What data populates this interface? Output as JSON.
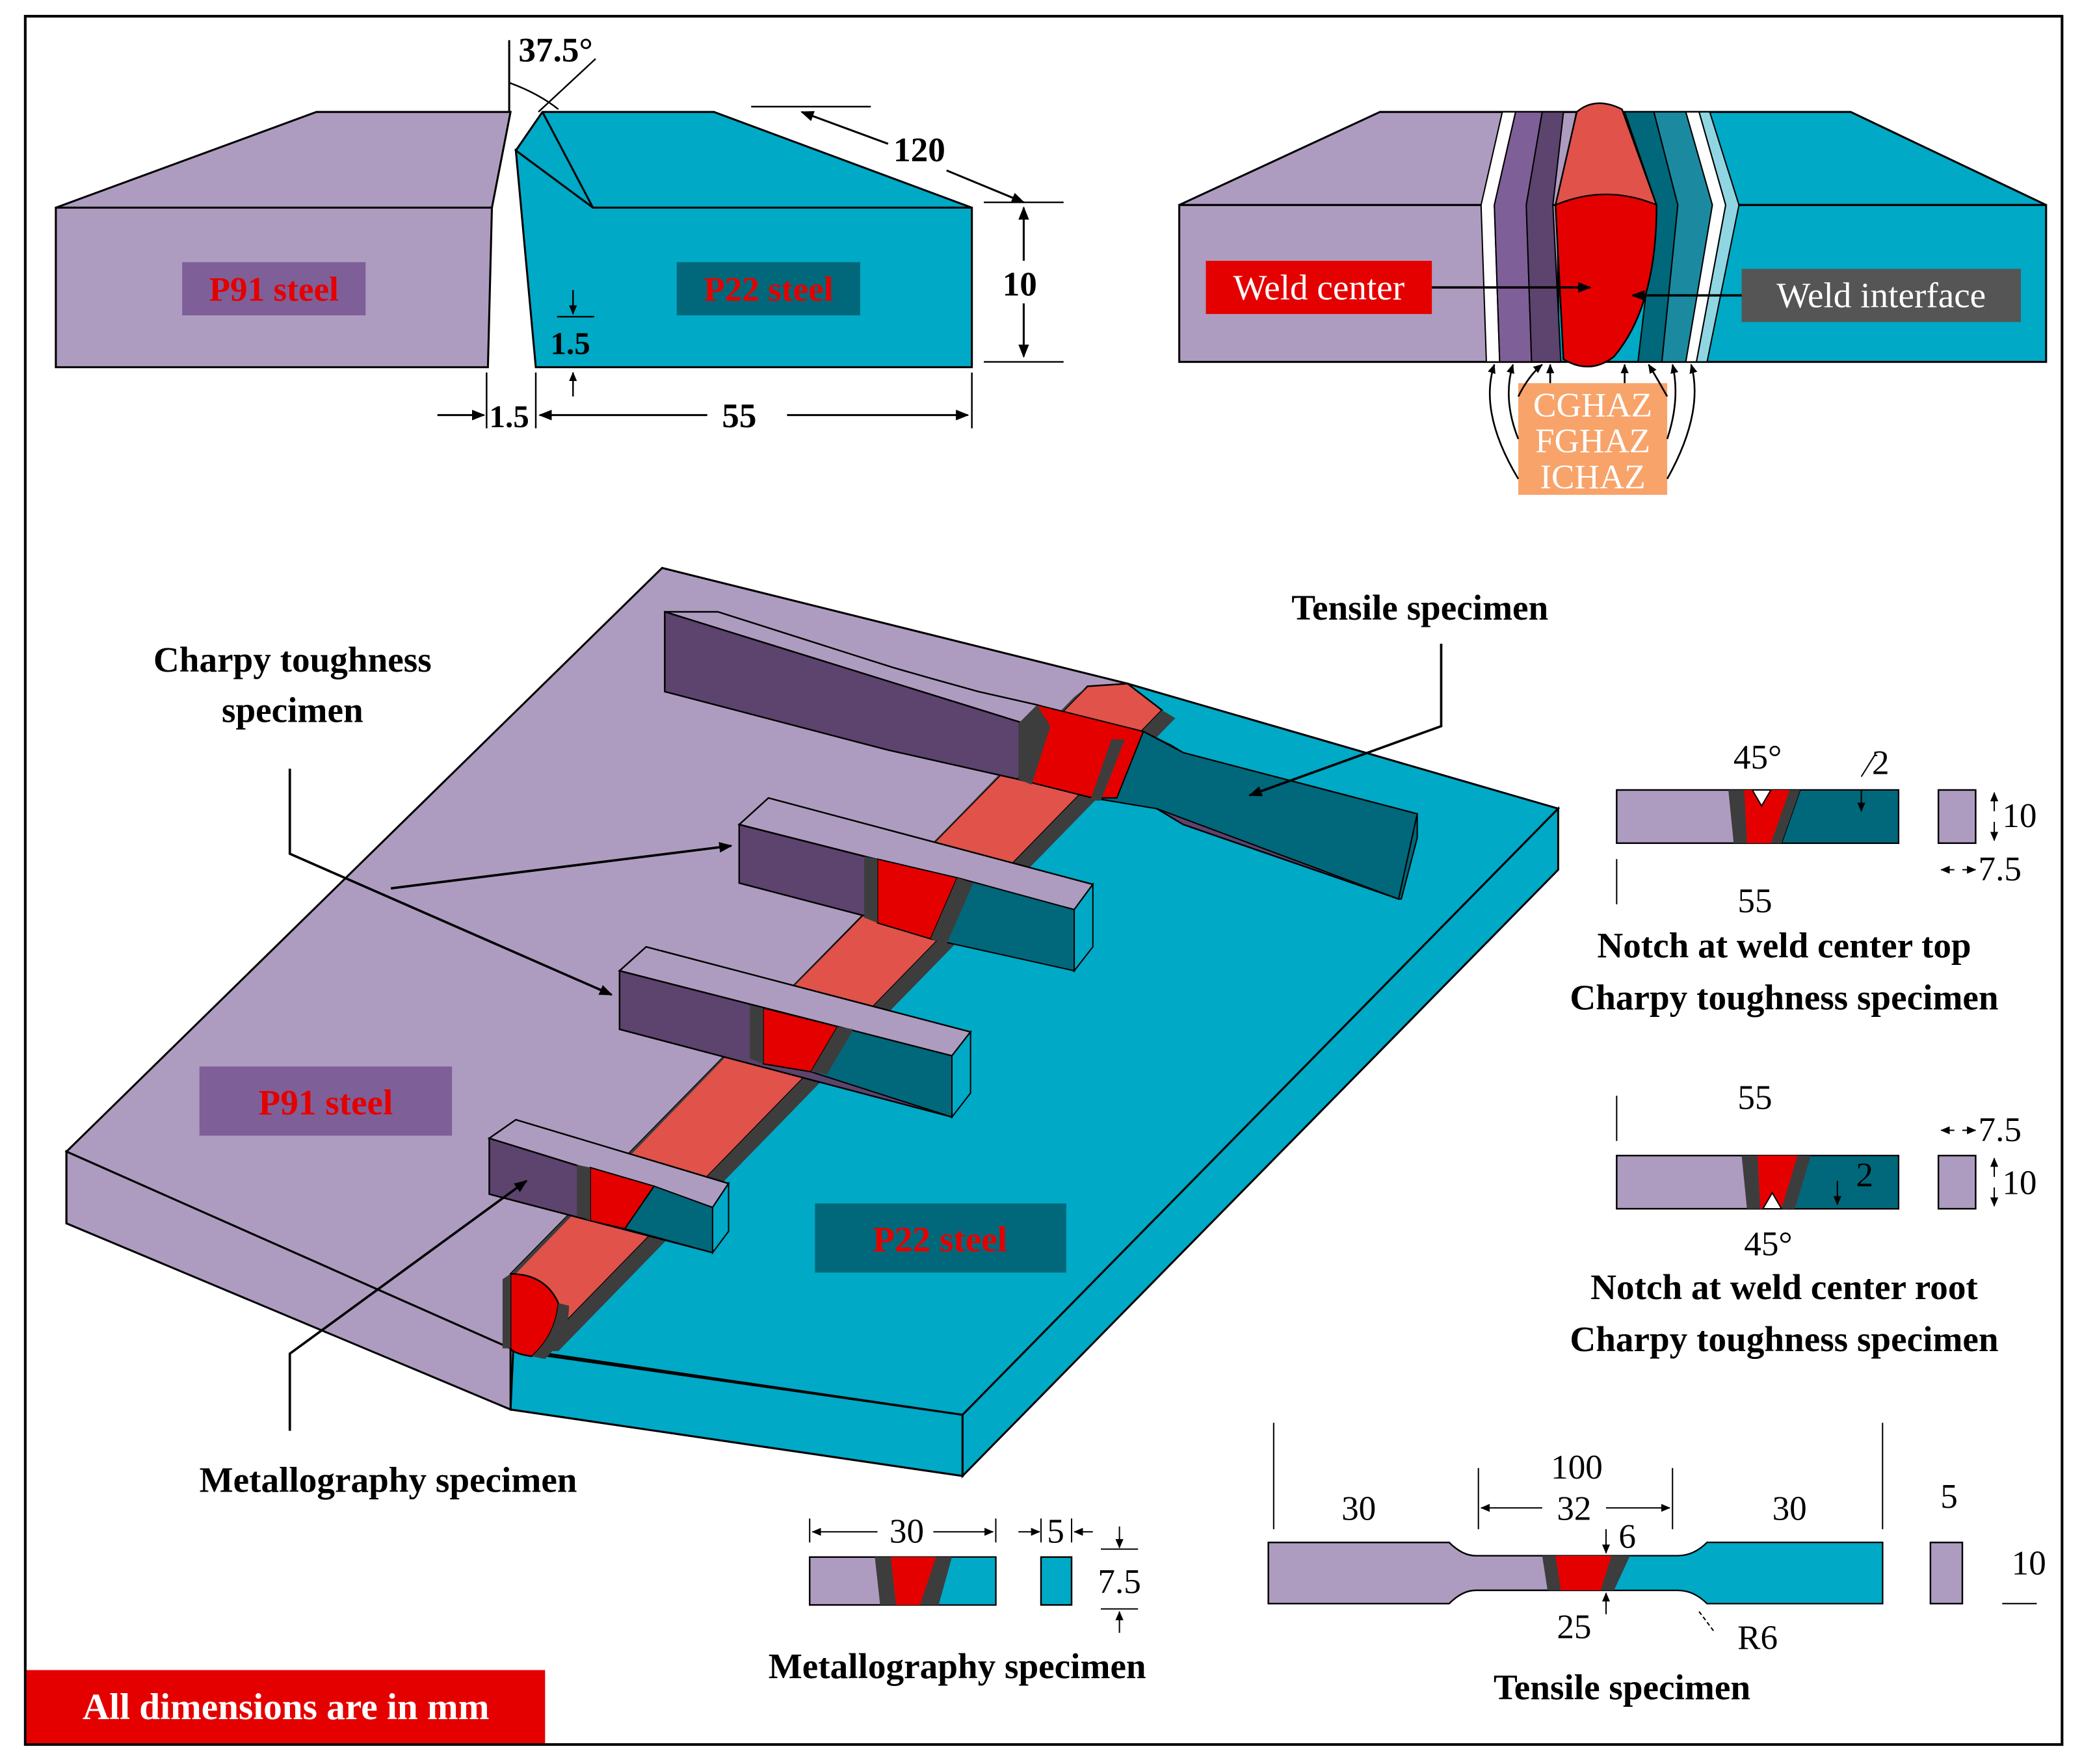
{
  "colors": {
    "p91": "#ae9cc0",
    "p91_dark": "#5c446e",
    "p91_mid": "#7f5f98",
    "p22": "#00a9c6",
    "p22_dark": "#00687a",
    "weld": "#e50000",
    "weld_light": "#e0524a",
    "haz_gray": "#3d3d3d",
    "label_red": "#e50000",
    "label_gray": "#555555",
    "label_orange": "#f8a36a",
    "banner_red": "#e50000"
  },
  "top_left": {
    "angle_label": "37.5°",
    "length_label": "120",
    "thickness_label": "10",
    "root_face_label": "1.5",
    "root_gap_label": "1.5",
    "width_label": "55",
    "p91_label": "P91 steel",
    "p22_label": "P22 steel"
  },
  "top_right": {
    "weld_center_label": "Weld center",
    "weld_interface_label": "Weld interface",
    "haz_labels": [
      "CGHAZ",
      "FGHAZ",
      "ICHAZ"
    ]
  },
  "main": {
    "tensile_label": "Tensile specimen",
    "charpy_label_line1": "Charpy toughness",
    "charpy_label_line2": "specimen",
    "metallography_label": "Metallography specimen",
    "p91_label": "P91 steel",
    "p22_label": "P22 steel"
  },
  "charpy_top": {
    "angle": "45°",
    "notch_depth": "2",
    "length": "55",
    "height": "10",
    "thickness": "7.5",
    "caption_line1": "Notch at weld center top",
    "caption_line2": "Charpy toughness specimen"
  },
  "charpy_root": {
    "length": "55",
    "thickness": "7.5",
    "height": "10",
    "notch_depth": "2",
    "angle": "45°",
    "caption_line1": "Notch at weld center root",
    "caption_line2": "Charpy toughness specimen"
  },
  "metallography": {
    "length": "30",
    "thickness": "5",
    "height": "7.5",
    "caption": "Metallography  specimen"
  },
  "tensile": {
    "total_length": "100",
    "grip_left": "30",
    "gauge": "32",
    "grip_right": "30",
    "gauge_width": "6",
    "reduced": "25",
    "radius": "R6",
    "thickness": "5",
    "width": "10",
    "caption": "Tensile specimen"
  },
  "banner": "All dimensions are in mm"
}
